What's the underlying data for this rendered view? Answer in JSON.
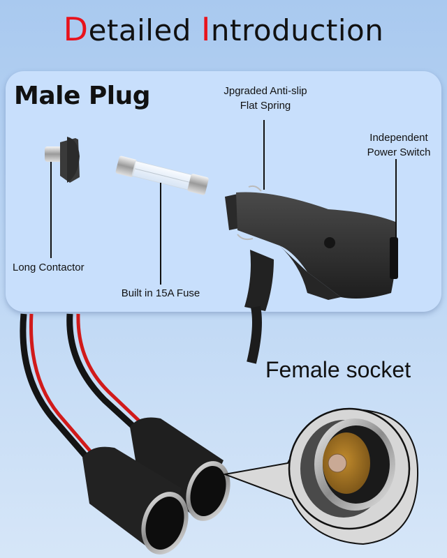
{
  "header": {
    "title_first_initial": "D",
    "title_first_rest": "etailed ",
    "title_second_initial": "I",
    "title_second_rest": "ntroduction",
    "accent_color": "#e8121c"
  },
  "male_plug_section": {
    "title": "Male Plug",
    "callouts": [
      {
        "id": "long-contactor",
        "line1": "Long Contactor"
      },
      {
        "id": "fuse",
        "line1": "Built in 15A Fuse"
      },
      {
        "id": "flat-spring",
        "line1": "Jpgraded Anti-slip",
        "line2": "Flat Spring"
      },
      {
        "id": "power-switch",
        "line1": "Independent",
        "line2": "Power Switch"
      }
    ]
  },
  "female_socket_section": {
    "title": "Female socket"
  },
  "colors": {
    "background_top": "#a9c9ef",
    "panel": "#c8dffc",
    "wire_red": "#d11a1a",
    "wire_black": "#141414",
    "socket_inner": "#b07a1e"
  }
}
